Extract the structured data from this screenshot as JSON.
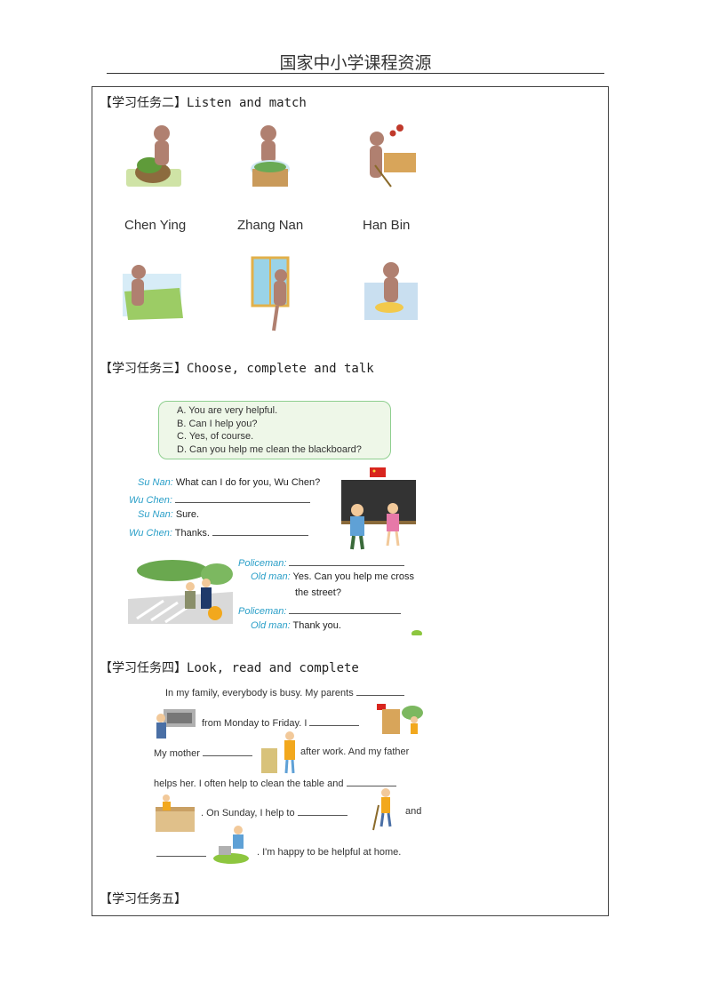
{
  "header": {
    "title": "国家中小学课程资源"
  },
  "task2": {
    "label": "【学习任务二】Listen and match",
    "names": [
      "Chen Ying",
      "Zhang Nan",
      "Han Bin"
    ]
  },
  "task3": {
    "label": "【学习任务三】Choose, complete and talk",
    "options": [
      "A. You are very helpful.",
      "B. Can I help you?",
      "C. Yes, of course.",
      "D. Can you help me clean the blackboard?"
    ],
    "dialog1": [
      {
        "speaker": "Su Nan:",
        "text": "What can I do for you, Wu Chen?"
      },
      {
        "speaker": "Wu Chen:",
        "text": ""
      },
      {
        "speaker": "Su Nan:",
        "text": "Sure."
      },
      {
        "speaker": "Wu Chen:",
        "text": "Thanks."
      }
    ],
    "dialog2": [
      {
        "speaker": "Policeman:",
        "text": ""
      },
      {
        "speaker": "Old man:",
        "text": "Yes. Can you help me cross"
      },
      {
        "speaker": "",
        "text": "the street?"
      },
      {
        "speaker": "Policeman:",
        "text": ""
      },
      {
        "speaker": "Old man:",
        "text": "Thank you."
      }
    ]
  },
  "task4": {
    "label": "【学习任务四】Look, read and complete",
    "lines": [
      "In my family, everybody is busy. My parents",
      "from Monday to Friday. I",
      "My mother",
      "after work. And my father",
      "helps her.  I often help to clean the table and",
      ". On Sunday, I help to",
      "and",
      ". I'm happy to be helpful at home."
    ]
  },
  "task5": {
    "label": "【学习任务五】"
  }
}
